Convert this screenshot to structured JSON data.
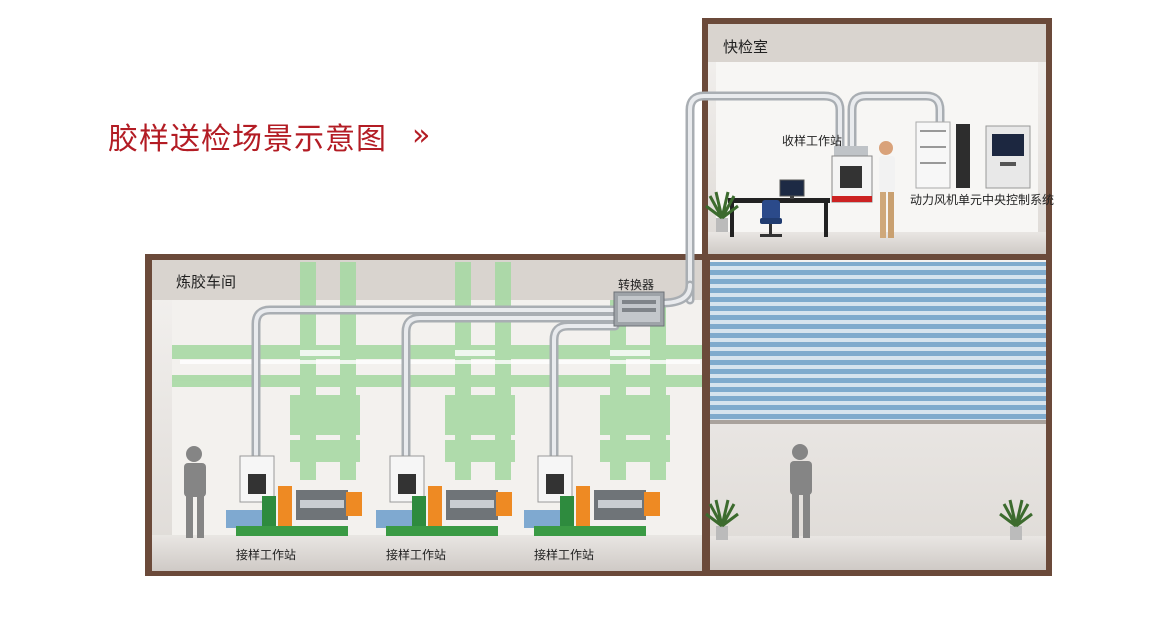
{
  "title": "胶样送检场景示意图",
  "title_chevron": "»",
  "rooms": {
    "quick_lab": "快检室",
    "mixing_workshop": "炼胶车间"
  },
  "labels": {
    "receiving_station": "收样工作站",
    "power_fan_unit": "动力风机单元",
    "central_control": "中央控制系统",
    "converter": "转换器",
    "receive_stations": [
      "接样工作站",
      "接样工作站",
      "接样工作站"
    ]
  },
  "colors": {
    "title": "#b31c24",
    "wall_frame": "#6b4a3a",
    "pipe": "#c9ccd0",
    "structure_green": "#9ed29a",
    "shutter_blue": "#8ab4d4"
  }
}
